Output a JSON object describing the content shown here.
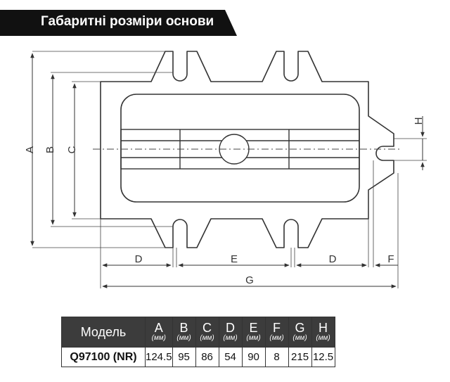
{
  "header": {
    "title": "Габаритні розміри основи"
  },
  "dimensions": {
    "A": "A",
    "B": "B",
    "C": "C",
    "D_left": "D",
    "E": "E",
    "D_right": "D",
    "F": "F",
    "G": "G",
    "H": "H"
  },
  "table": {
    "model_header": "Модель",
    "unit": "(мм)",
    "columns": [
      "A",
      "B",
      "C",
      "D",
      "E",
      "F",
      "G",
      "H"
    ],
    "row": {
      "model": "Q97100 (NR)",
      "values": [
        "124.5",
        "95",
        "86",
        "54",
        "90",
        "8",
        "215",
        "12.5"
      ]
    }
  }
}
